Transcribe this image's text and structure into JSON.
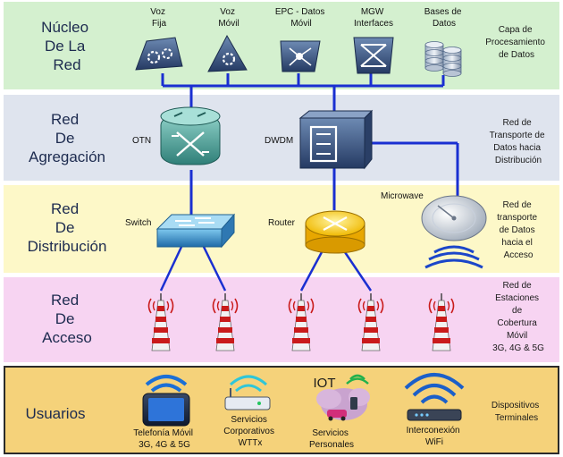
{
  "bands": [
    {
      "id": "core",
      "title": [
        "Núcleo",
        "De La",
        "Red"
      ],
      "desc": [
        "Capa de",
        "Procesamiento",
        "de Datos"
      ],
      "color": "#d4f0cf"
    },
    {
      "id": "aggregation",
      "title": [
        "Red",
        "De",
        "Agregación"
      ],
      "desc": [
        "Red de",
        "Transporte de",
        "Datos hacia",
        "Distribución"
      ],
      "color": "#dfe4ee"
    },
    {
      "id": "distribution",
      "title": [
        "Red",
        "De",
        "Distribución"
      ],
      "desc": [
        "Red de",
        "transporte",
        "de Datos",
        "hacia el",
        "Acceso"
      ],
      "color": "#fdf8c8"
    },
    {
      "id": "access",
      "title": [
        "Red",
        "De",
        "Acceso"
      ],
      "desc": [
        "Red de",
        "Estaciones",
        "de",
        "Cobertura",
        "Móvil",
        "3G, 4G & 5G"
      ],
      "color": "#f7d4f2"
    },
    {
      "id": "users",
      "title": [
        "Usuarios"
      ],
      "desc": [
        "Dispositivos",
        "Terminales"
      ],
      "color": "#f5d27a"
    }
  ],
  "core_devices": [
    {
      "label": [
        "Voz",
        "Fija"
      ],
      "icon": "voice-fixed-icon"
    },
    {
      "label": [
        "Voz",
        "Móvil"
      ],
      "icon": "voice-mobile-icon"
    },
    {
      "label": [
        "EPC - Datos",
        "Móvil"
      ],
      "icon": "epc-icon"
    },
    {
      "label": [
        "MGW",
        "Interfaces"
      ],
      "icon": "mgw-icon"
    },
    {
      "label": [
        "Bases de",
        "Datos"
      ],
      "icon": "database-icon"
    }
  ],
  "aggregation_devices": {
    "otn": "OTN",
    "dwdm": "DWDM"
  },
  "distribution_devices": {
    "switch": "Switch",
    "router": "Router",
    "microwave": "Microwave"
  },
  "users": {
    "phone": [
      "Telefonía Móvil",
      "3G, 4G & 5G"
    ],
    "wttx": [
      "Servicios",
      "Corporativos",
      "WTTx"
    ],
    "iot_title": "IOT",
    "iot": [
      "Servicios",
      "Personales"
    ],
    "wifi": [
      "Interconexión",
      "WiFi"
    ]
  },
  "colors": {
    "link": "#1a2fd1",
    "title": "#1d2b4f",
    "tower": "#c91b1b"
  }
}
